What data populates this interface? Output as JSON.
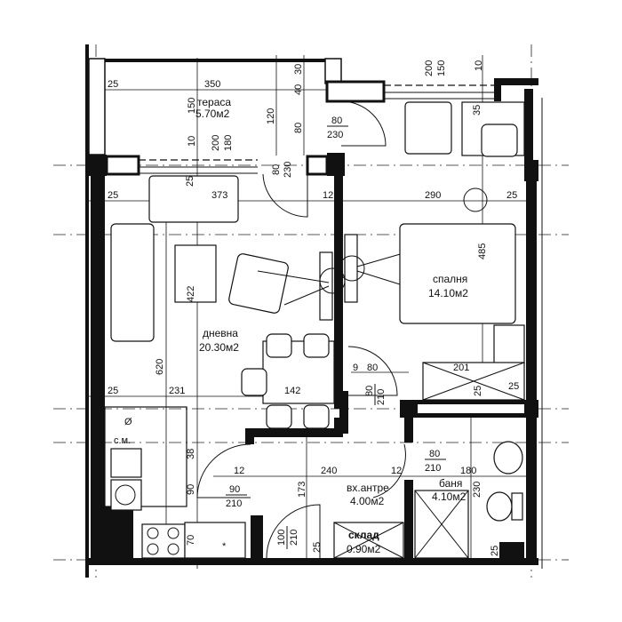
{
  "plan": {
    "rooms": {
      "terrace": {
        "name": "тераса",
        "area": "5.70м2"
      },
      "living": {
        "name": "дневна",
        "area": "20.30м2"
      },
      "bedroom": {
        "name": "спалня",
        "area": "14.10м2"
      },
      "hall": {
        "name": "вх.антре",
        "area": "4.00м2"
      },
      "bath": {
        "name": "баня",
        "area": "4.10м2"
      },
      "storage": {
        "name": "склад",
        "area": "0.90м2"
      },
      "washer": {
        "name": "с.м."
      }
    },
    "dims": [
      "25",
      "350",
      "150",
      "120",
      "30",
      "40",
      "80",
      "10",
      "200",
      "180",
      "80",
      "230",
      "80",
      "230",
      "200",
      "150",
      "10",
      "35",
      "25",
      "373",
      "25",
      "12",
      "290",
      "25",
      "422",
      "485",
      "620",
      "25",
      "231",
      "142",
      "9",
      "80",
      "201",
      "25",
      "25",
      "80",
      "210",
      "38",
      "12",
      "240",
      "90",
      "90",
      "210",
      "173",
      "80",
      "210",
      "12",
      "180",
      "230",
      "70",
      "100",
      "210",
      "25",
      "25"
    ]
  }
}
